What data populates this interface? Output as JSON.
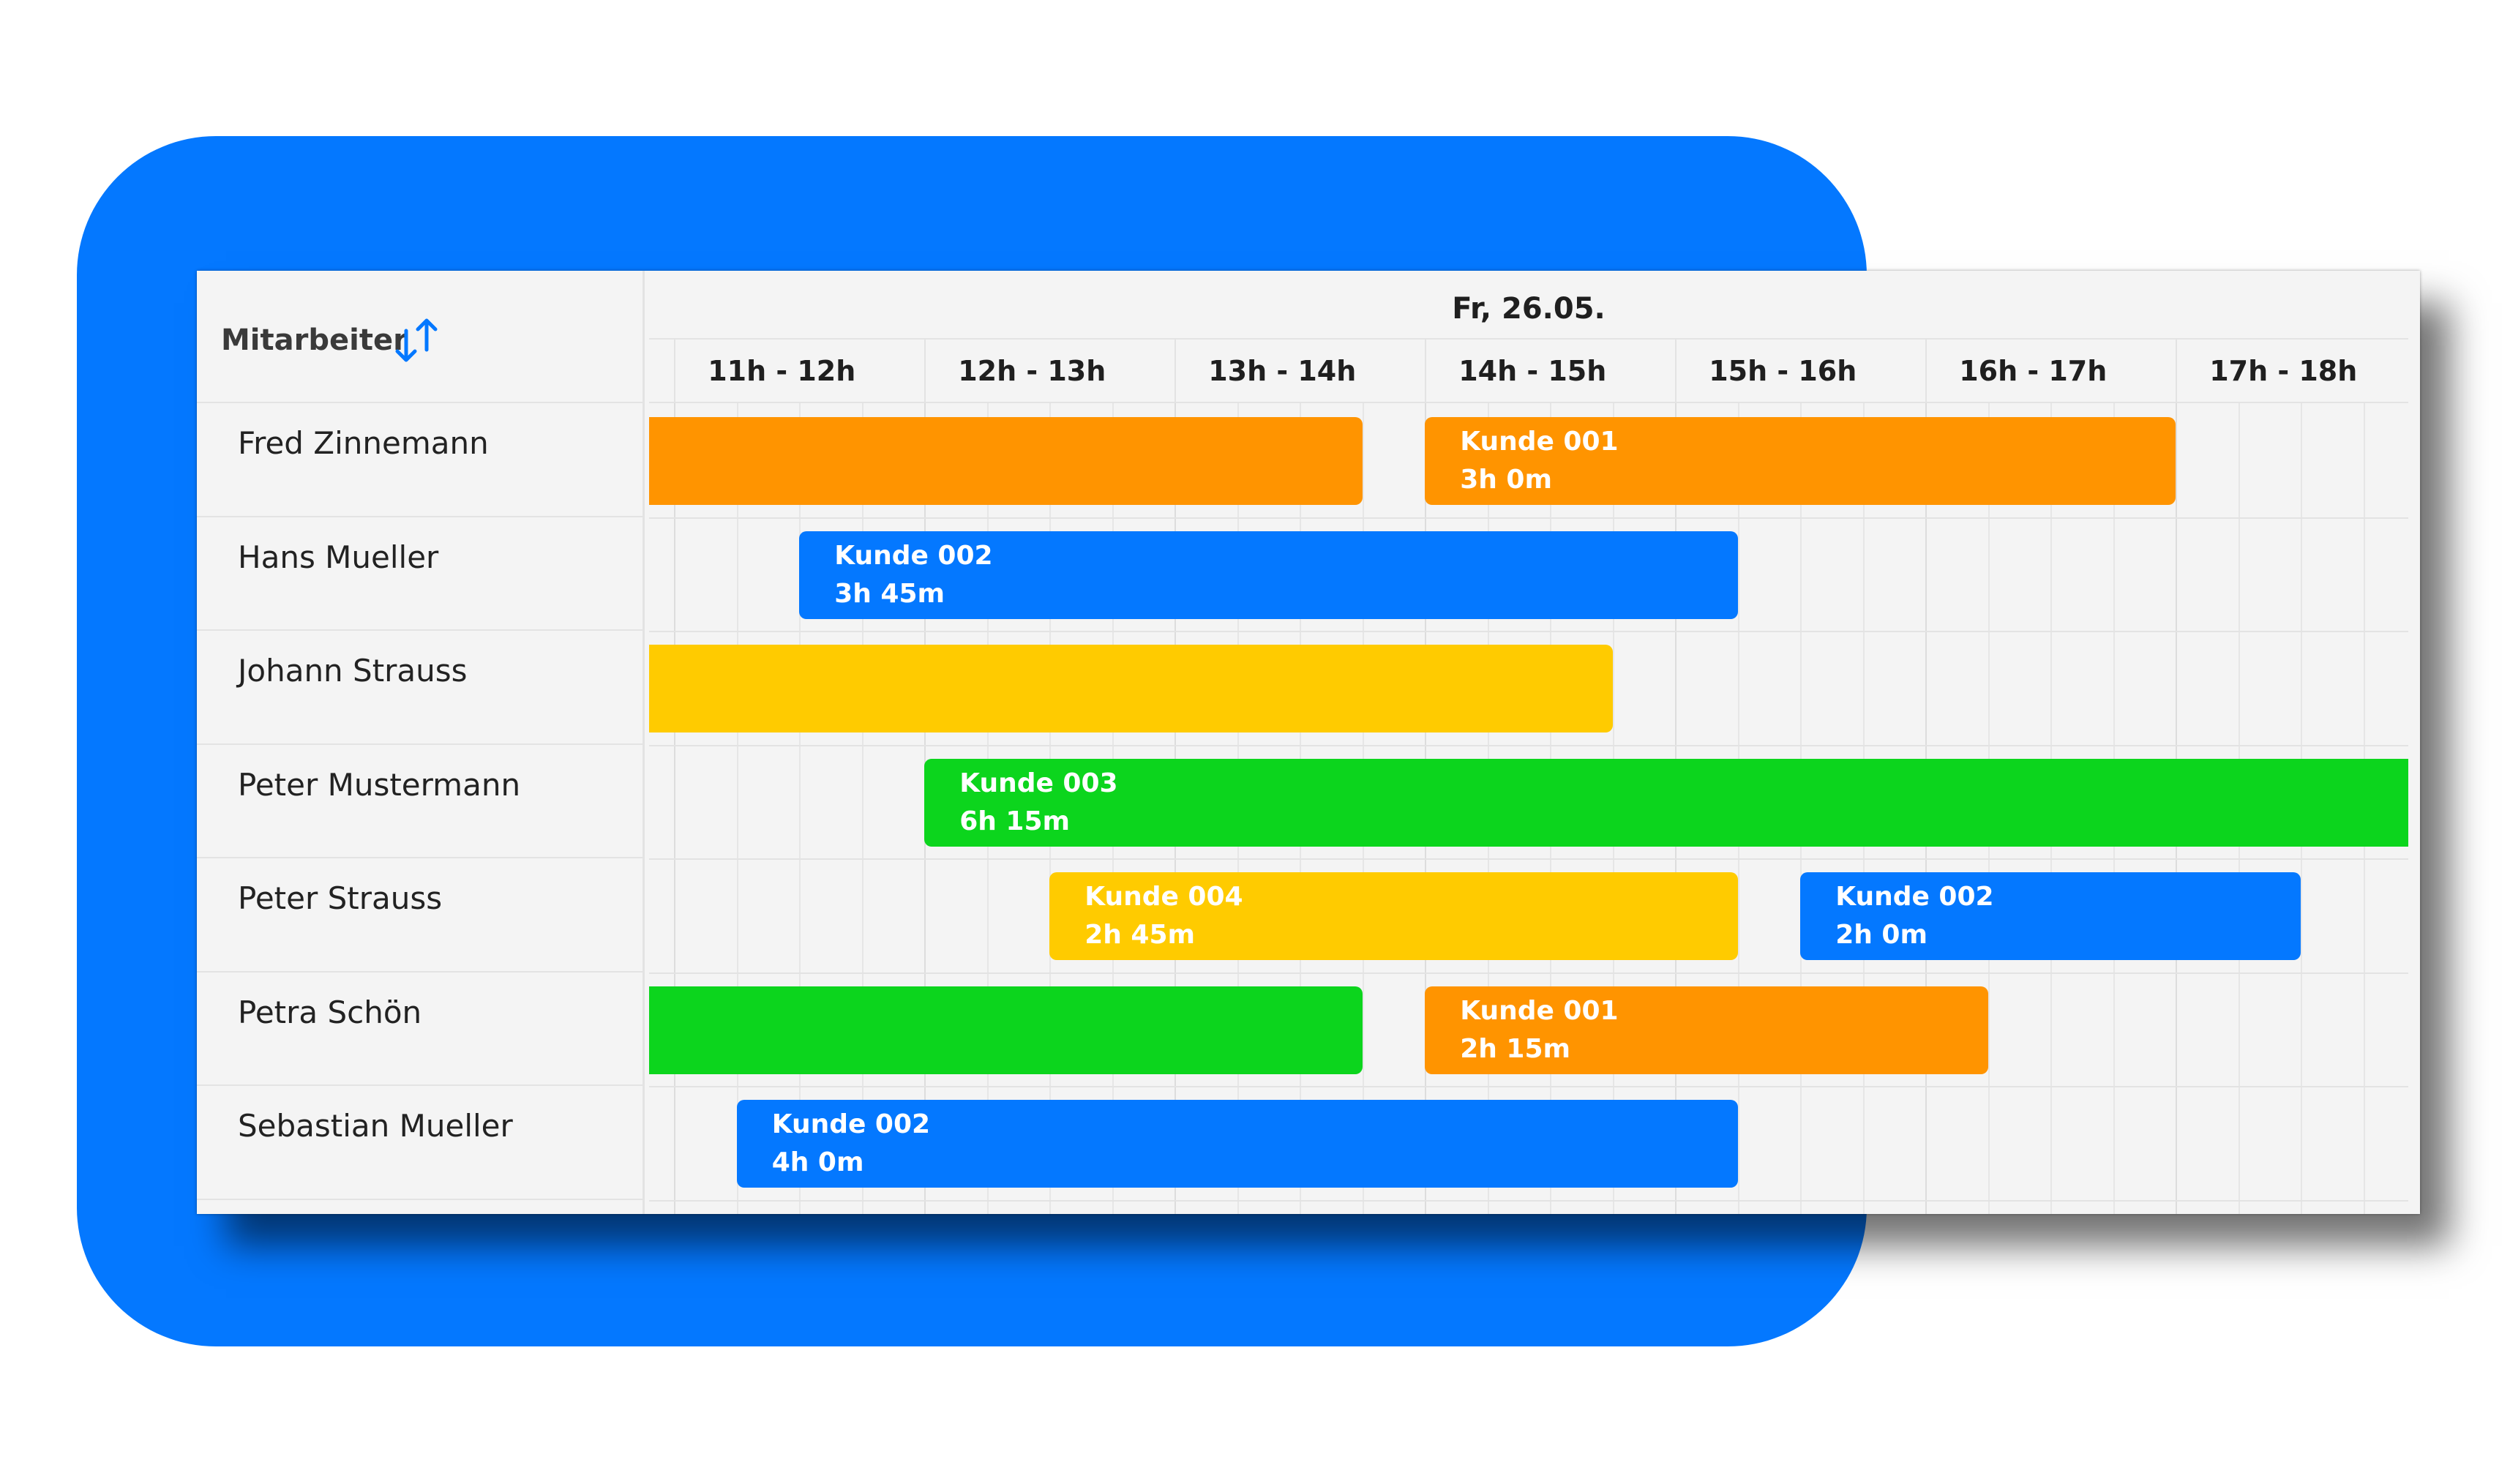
{
  "colors": {
    "backdrop": "#0478ff",
    "orange": "#ff9400",
    "blue": "#0478ff",
    "yellow": "#ffcb00",
    "green": "#0cd51d"
  },
  "employee_header": {
    "label": "Mitarbeiter",
    "sort_icon": "sort-arrows-icon"
  },
  "timeline": {
    "date": "Fr, 26.05.",
    "start_hour": 10.9,
    "end_hour": 17.9,
    "hours": [
      "11h - 12h",
      "12h - 13h",
      "13h - 14h",
      "14h - 15h",
      "15h - 16h",
      "16h - 17h",
      "17h - 18h"
    ]
  },
  "employees": [
    {
      "name": "Fred Zinnemann",
      "bookings": [
        {
          "label": "",
          "duration": "",
          "start": 10.0,
          "end": 13.75,
          "color": "orange"
        },
        {
          "label": "Kunde 001",
          "duration": "3h 0m",
          "start": 14.0,
          "end": 17.0,
          "color": "orange"
        }
      ]
    },
    {
      "name": "Hans Mueller",
      "bookings": [
        {
          "label": "Kunde 002",
          "duration": "3h 45m",
          "start": 11.5,
          "end": 15.25,
          "color": "blue"
        }
      ]
    },
    {
      "name": "Johann Strauss",
      "bookings": [
        {
          "label": "",
          "duration": "",
          "start": 10.0,
          "end": 14.75,
          "color": "yellow"
        }
      ]
    },
    {
      "name": "Peter Mustermann",
      "bookings": [
        {
          "label": "Kunde 003",
          "duration": "6h 15m",
          "start": 12.0,
          "end": 18.25,
          "color": "green"
        }
      ]
    },
    {
      "name": "Peter Strauss",
      "bookings": [
        {
          "label": "Kunde 004",
          "duration": "2h 45m",
          "start": 12.5,
          "end": 15.25,
          "color": "yellow"
        },
        {
          "label": "Kunde 002",
          "duration": "2h 0m",
          "start": 15.5,
          "end": 17.5,
          "color": "blue"
        }
      ]
    },
    {
      "name": "Petra Schön",
      "bookings": [
        {
          "label": "",
          "duration": "",
          "start": 10.0,
          "end": 13.75,
          "color": "green"
        },
        {
          "label": "Kunde 001",
          "duration": "2h 15m",
          "start": 14.0,
          "end": 16.25,
          "color": "orange"
        }
      ]
    },
    {
      "name": "Sebastian Mueller",
      "bookings": [
        {
          "label": "Kunde 002",
          "duration": "4h 0m",
          "start": 11.25,
          "end": 15.25,
          "color": "blue"
        }
      ]
    }
  ]
}
